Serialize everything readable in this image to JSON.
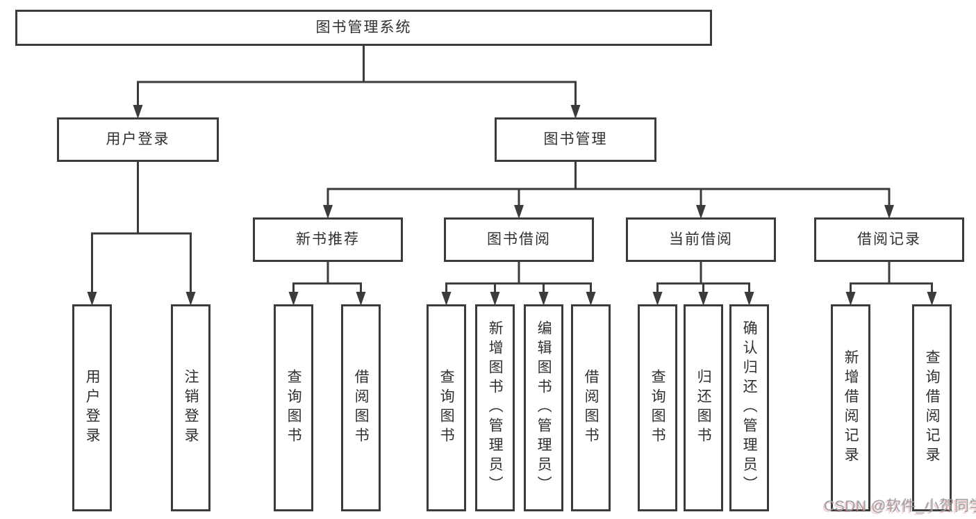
{
  "colors": {
    "background": "#ffffff",
    "box_fill": "#ffffff",
    "box_border": "#3b3b3b",
    "connector_line": "#3b3b3b",
    "text": "#303030",
    "watermark_text": "#a0a0a0"
  },
  "watermark": {
    "text": "CSDN @软件_小贺同学"
  },
  "diagram": {
    "nodes": [
      {
        "id": "root",
        "label": "图书管理系统"
      },
      {
        "id": "user-login",
        "label": "用户登录"
      },
      {
        "id": "book-mgmt",
        "label": "图书管理"
      },
      {
        "id": "new-book-rec",
        "label": "新书推荐"
      },
      {
        "id": "book-borrow",
        "label": "图书借阅"
      },
      {
        "id": "current-borrow",
        "label": "当前借阅"
      },
      {
        "id": "borrow-records",
        "label": "借阅记录"
      },
      {
        "id": "login",
        "label": "用户登录"
      },
      {
        "id": "logout",
        "label": "注销登录"
      },
      {
        "id": "nbr-query",
        "label": "查询图书"
      },
      {
        "id": "nbr-borrow",
        "label": "借阅图书"
      },
      {
        "id": "bb-query",
        "label": "查询图书"
      },
      {
        "id": "bb-add",
        "label": "新增图书（管理员）"
      },
      {
        "id": "bb-edit",
        "label": "编辑图书（管理员）"
      },
      {
        "id": "bb-borrow",
        "label": "借阅图书"
      },
      {
        "id": "cb-query",
        "label": "查询图书"
      },
      {
        "id": "cb-return",
        "label": "归还图书"
      },
      {
        "id": "cb-confirm",
        "label": "确认归还（管理员）"
      },
      {
        "id": "br-add",
        "label": "新增借阅记录"
      },
      {
        "id": "br-query",
        "label": "查询借阅记录"
      }
    ],
    "edges": [
      {
        "parent": "root",
        "children": [
          "user-login",
          "book-mgmt"
        ]
      },
      {
        "parent": "user-login",
        "children": [
          "login",
          "logout"
        ]
      },
      {
        "parent": "book-mgmt",
        "children": [
          "new-book-rec",
          "book-borrow",
          "current-borrow",
          "borrow-records"
        ]
      },
      {
        "parent": "new-book-rec",
        "children": [
          "nbr-query",
          "nbr-borrow"
        ]
      },
      {
        "parent": "book-borrow",
        "children": [
          "bb-query",
          "bb-add",
          "bb-edit",
          "bb-borrow"
        ]
      },
      {
        "parent": "current-borrow",
        "children": [
          "cb-query",
          "cb-return",
          "cb-confirm"
        ]
      },
      {
        "parent": "borrow-records",
        "children": [
          "br-add",
          "br-query"
        ]
      }
    ]
  }
}
